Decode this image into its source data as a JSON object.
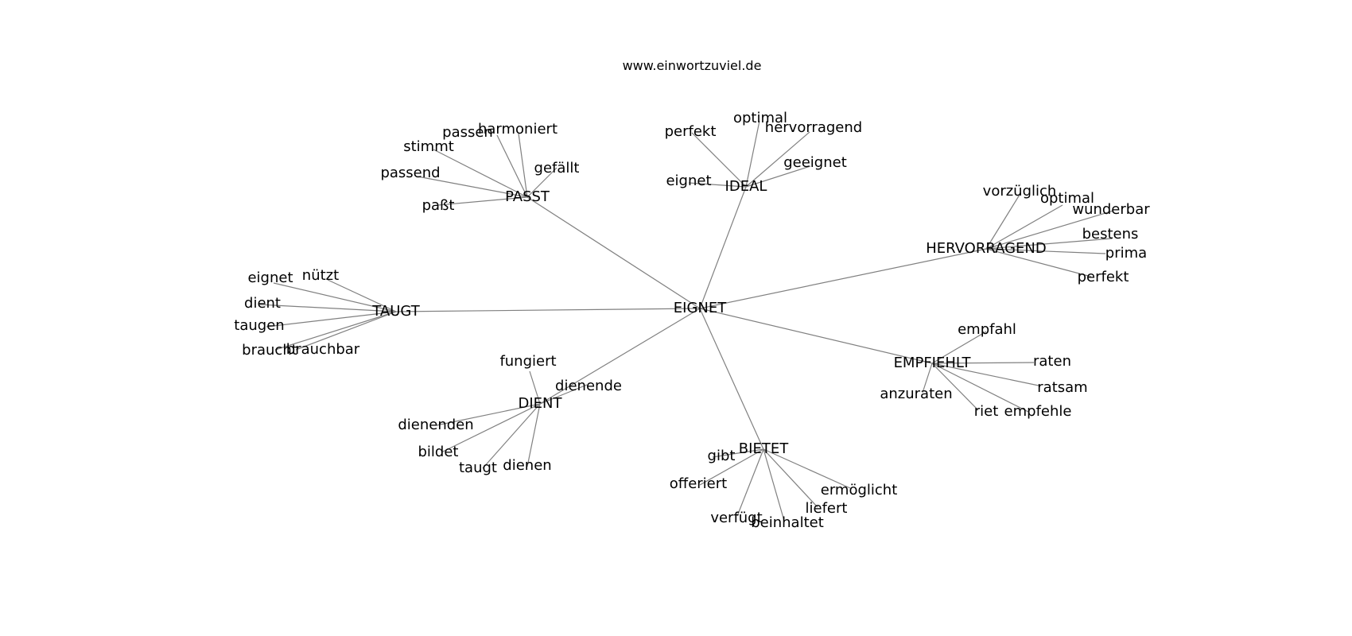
{
  "title": "www.einwortzuviel.de",
  "colors": {
    "edge": "#808080",
    "text": "#000000",
    "background": "#ffffff"
  },
  "graph": {
    "root": "EIGNET",
    "hubs": [
      {
        "id": "passt",
        "label": "PASST",
        "leaves": [
          "passen",
          "harmoniert",
          "stimmt",
          "gefällt",
          "passend",
          "paßt"
        ]
      },
      {
        "id": "ideal",
        "label": "IDEAL",
        "leaves": [
          "optimal",
          "perfekt",
          "hervorragend",
          "geeignet",
          "eignet"
        ]
      },
      {
        "id": "hervorragend",
        "label": "HERVORRAGEND",
        "leaves": [
          "vorzüglich",
          "optimal",
          "wunderbar",
          "bestens",
          "prima",
          "perfekt"
        ]
      },
      {
        "id": "taugt",
        "label": "TAUGT",
        "leaves": [
          "eignet",
          "nützt",
          "dient",
          "taugen",
          "braucht",
          "brauchbar"
        ]
      },
      {
        "id": "empfiehlt",
        "label": "EMPFIEHLT",
        "leaves": [
          "empfahl",
          "raten",
          "ratsam",
          "anzuraten",
          "riet",
          "empfehle"
        ]
      },
      {
        "id": "dient",
        "label": "DIENT",
        "leaves": [
          "fungiert",
          "dienende",
          "dienenden",
          "bildet",
          "taugt",
          "dienen"
        ]
      },
      {
        "id": "bietet",
        "label": "BIETET",
        "leaves": [
          "gibt",
          "offeriert",
          "ermöglicht",
          "liefert",
          "verfügt",
          "beinhaltet"
        ]
      }
    ]
  }
}
